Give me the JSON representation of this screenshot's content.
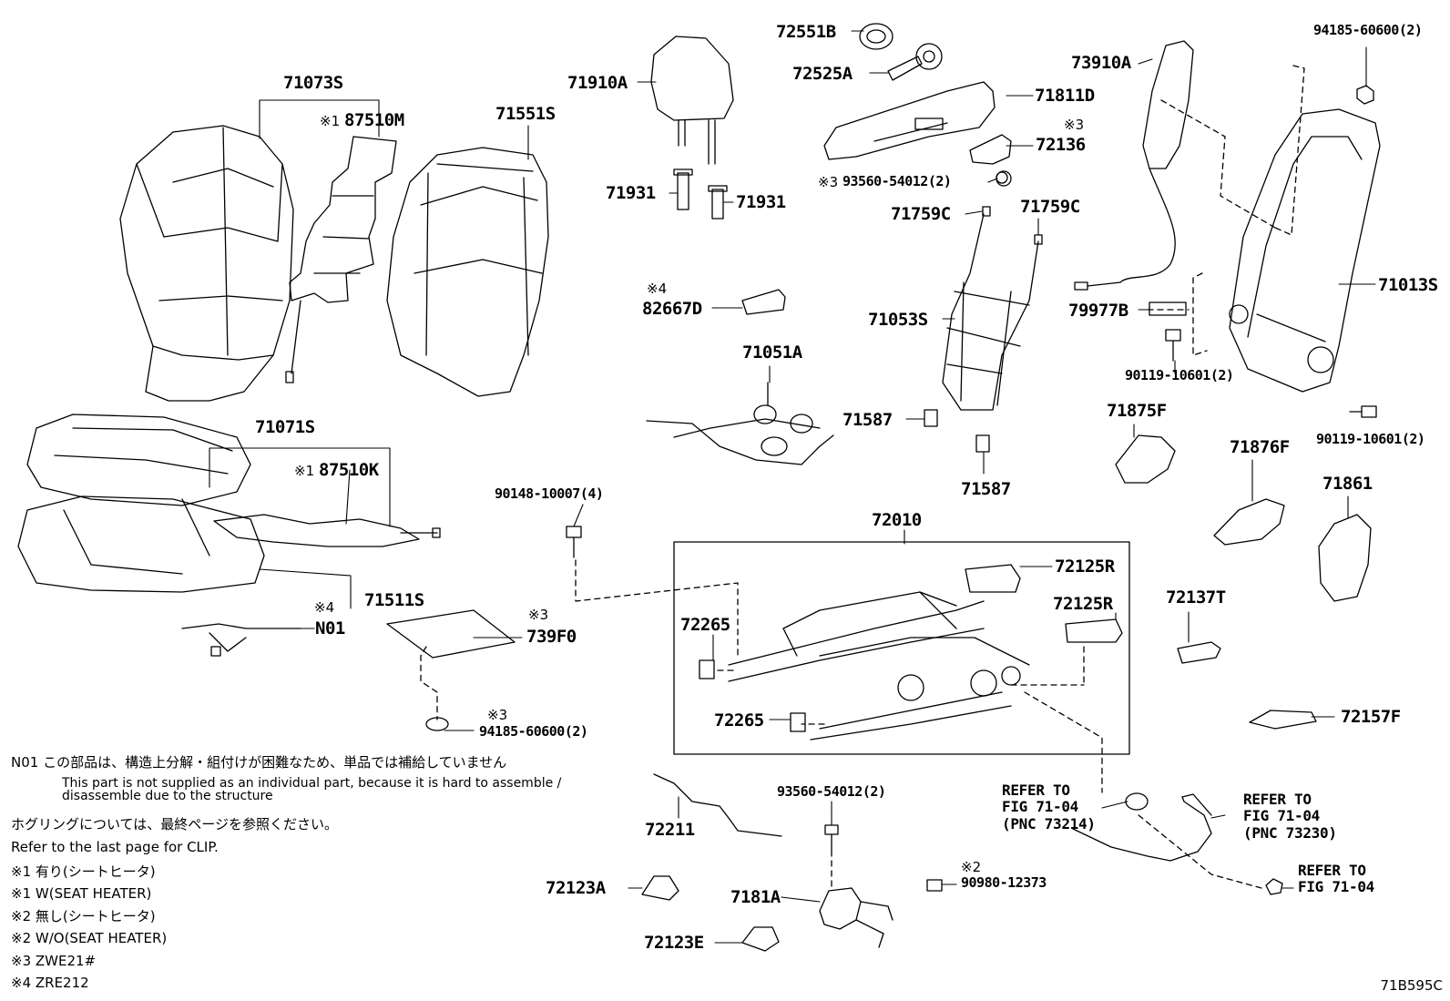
{
  "labels": {
    "p71073S": "71073S",
    "p87510M": "87510M",
    "p71551S": "71551S",
    "p71910A": "71910A",
    "p72551B": "72551B",
    "p72525A": "72525A",
    "p71811D": "71811D",
    "p73910A": "73910A",
    "p94185_top": "94185-60600(2)",
    "p72136": "72136",
    "p93560_top": "93560-54012(2)",
    "p71931_l": "71931",
    "p71931_r": "71931",
    "p71759C_l": "71759C",
    "p71759C_r": "71759C",
    "p82667D": "82667D",
    "p71053S": "71053S",
    "p71013S": "71013S",
    "p79977B": "79977B",
    "p90119_a": "90119-10601(2)",
    "p90119_b": "90119-10601(2)",
    "p71051A": "71051A",
    "p71587_l": "71587",
    "p71587_b": "71587",
    "p71875F": "71875F",
    "p71876F": "71876F",
    "p71861": "71861",
    "p71071S": "71071S",
    "p87510K": "87510K",
    "p90148": "90148-10007(4)",
    "p72010": "72010",
    "p72125R_a": "72125R",
    "p72125R_b": "72125R",
    "p72137T": "72137T",
    "p71511S": "71511S",
    "pN01": "N01",
    "p739F0": "739F0",
    "p72265_a": "72265",
    "p72265_b": "72265",
    "p72157F": "72157F",
    "p94185_bot": "94185-60600(2)",
    "p93560_bot": "93560-54012(2)",
    "p72211": "72211",
    "p72123A": "72123A",
    "p7181A": "7181A",
    "p90980": "90980-12373",
    "p72123E": "72123E"
  },
  "marks": {
    "m87510M": "※1",
    "m72136": "※3",
    "m93560": "※3",
    "m82667D": "※4",
    "m87510K": "※1",
    "mN01": "※4",
    "m739F0": "※3",
    "m94185": "※3",
    "m90980": "※2"
  },
  "refs": {
    "ref1": "REFER TO\nFIG 71-04\n(PNC 73214)",
    "ref2": "REFER TO\nFIG 71-04\n(PNC 73230)",
    "ref3": "REFER TO\nFIG 71-04"
  },
  "notes": {
    "n01_jp": "N01 この部品は、構造上分解・組付けが困難なため、単品では補給していません",
    "n01_en1": "This part is not supplied as an individual part, because it is hard to assemble /",
    "n01_en2": "disassemble due to the structure",
    "clip_jp": "ホグリングについては、最終ページを参照ください。",
    "clip_en": "Refer to the last page for CLIP.",
    "l1_jp": "※1 有り(シートヒータ)",
    "l1_en": "※1 W(SEAT HEATER)",
    "l2_jp": "※2 無し(シートヒータ)",
    "l2_en": "※2 W/O(SEAT HEATER)",
    "l3": "※3 ZWE21#",
    "l4": "※4 ZRE212"
  },
  "figure_code": "71B595C"
}
